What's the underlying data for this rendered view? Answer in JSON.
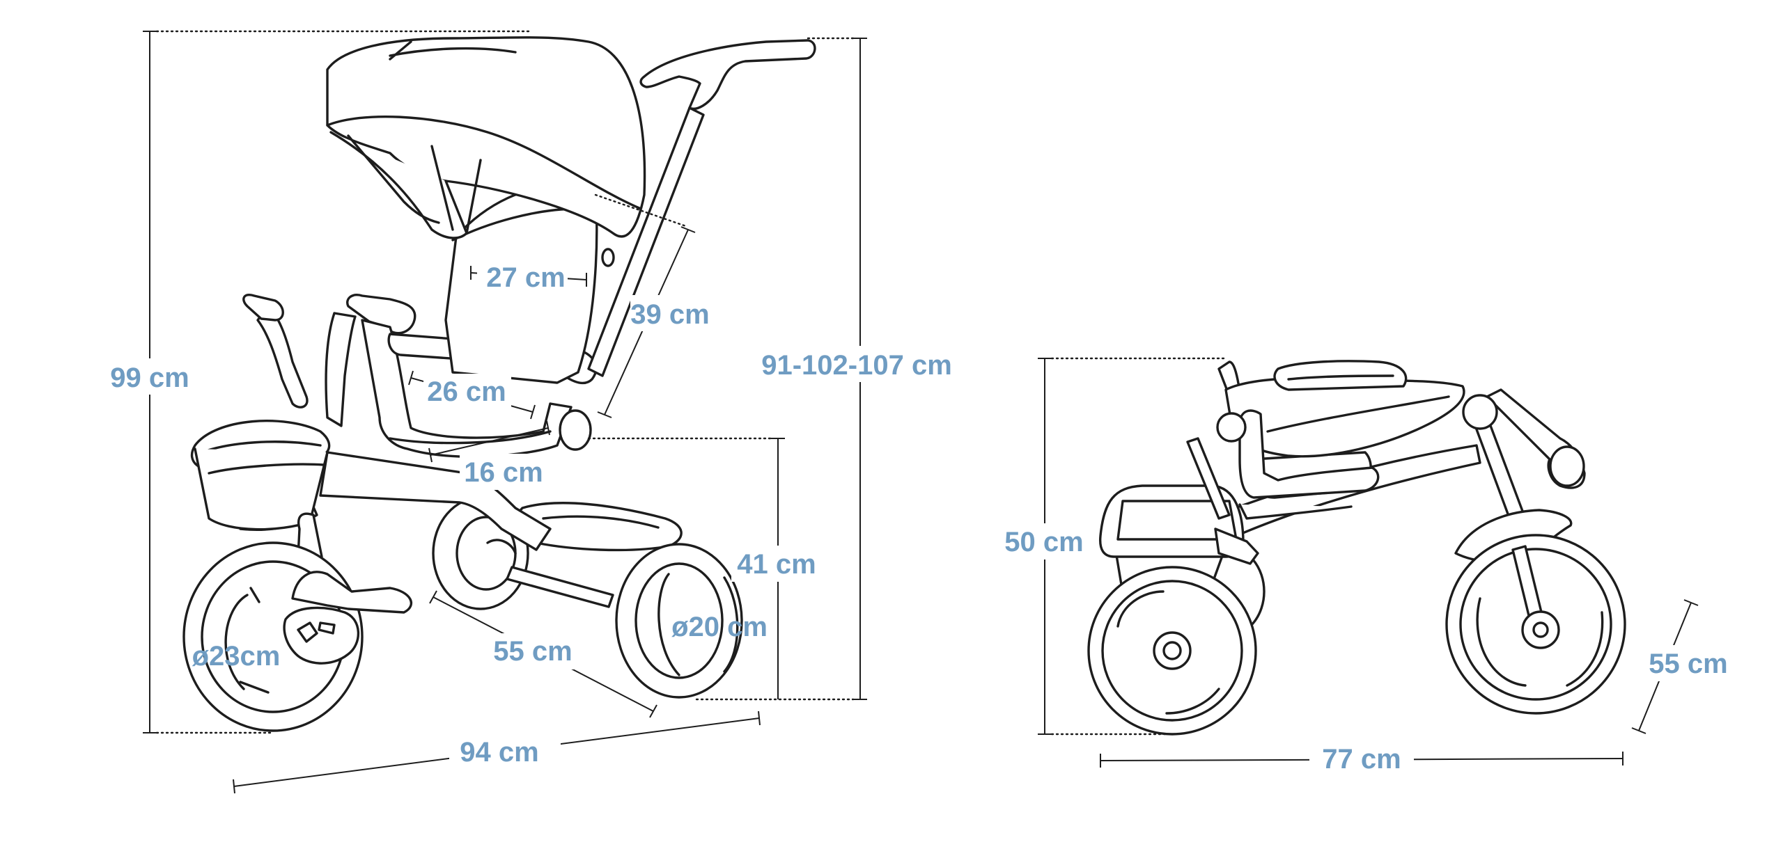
{
  "colors": {
    "label": "#6f9cc2",
    "line": "#1d1d1d",
    "background": "#ffffff"
  },
  "side_view": {
    "overall_height": "99 cm",
    "handle_height": "91-102-107 cm",
    "backrest_width": "27 cm",
    "backrest_height": "39 cm",
    "seat_width": "26 cm",
    "seat_depth": "16 cm",
    "seat_height": "41 cm",
    "rear_width": "55 cm",
    "overall_length": "94 cm",
    "front_wheel": "ø23cm",
    "rear_wheel": "ø20 cm"
  },
  "folded_view": {
    "height": "50 cm",
    "length": "77 cm",
    "width": "55 cm"
  }
}
